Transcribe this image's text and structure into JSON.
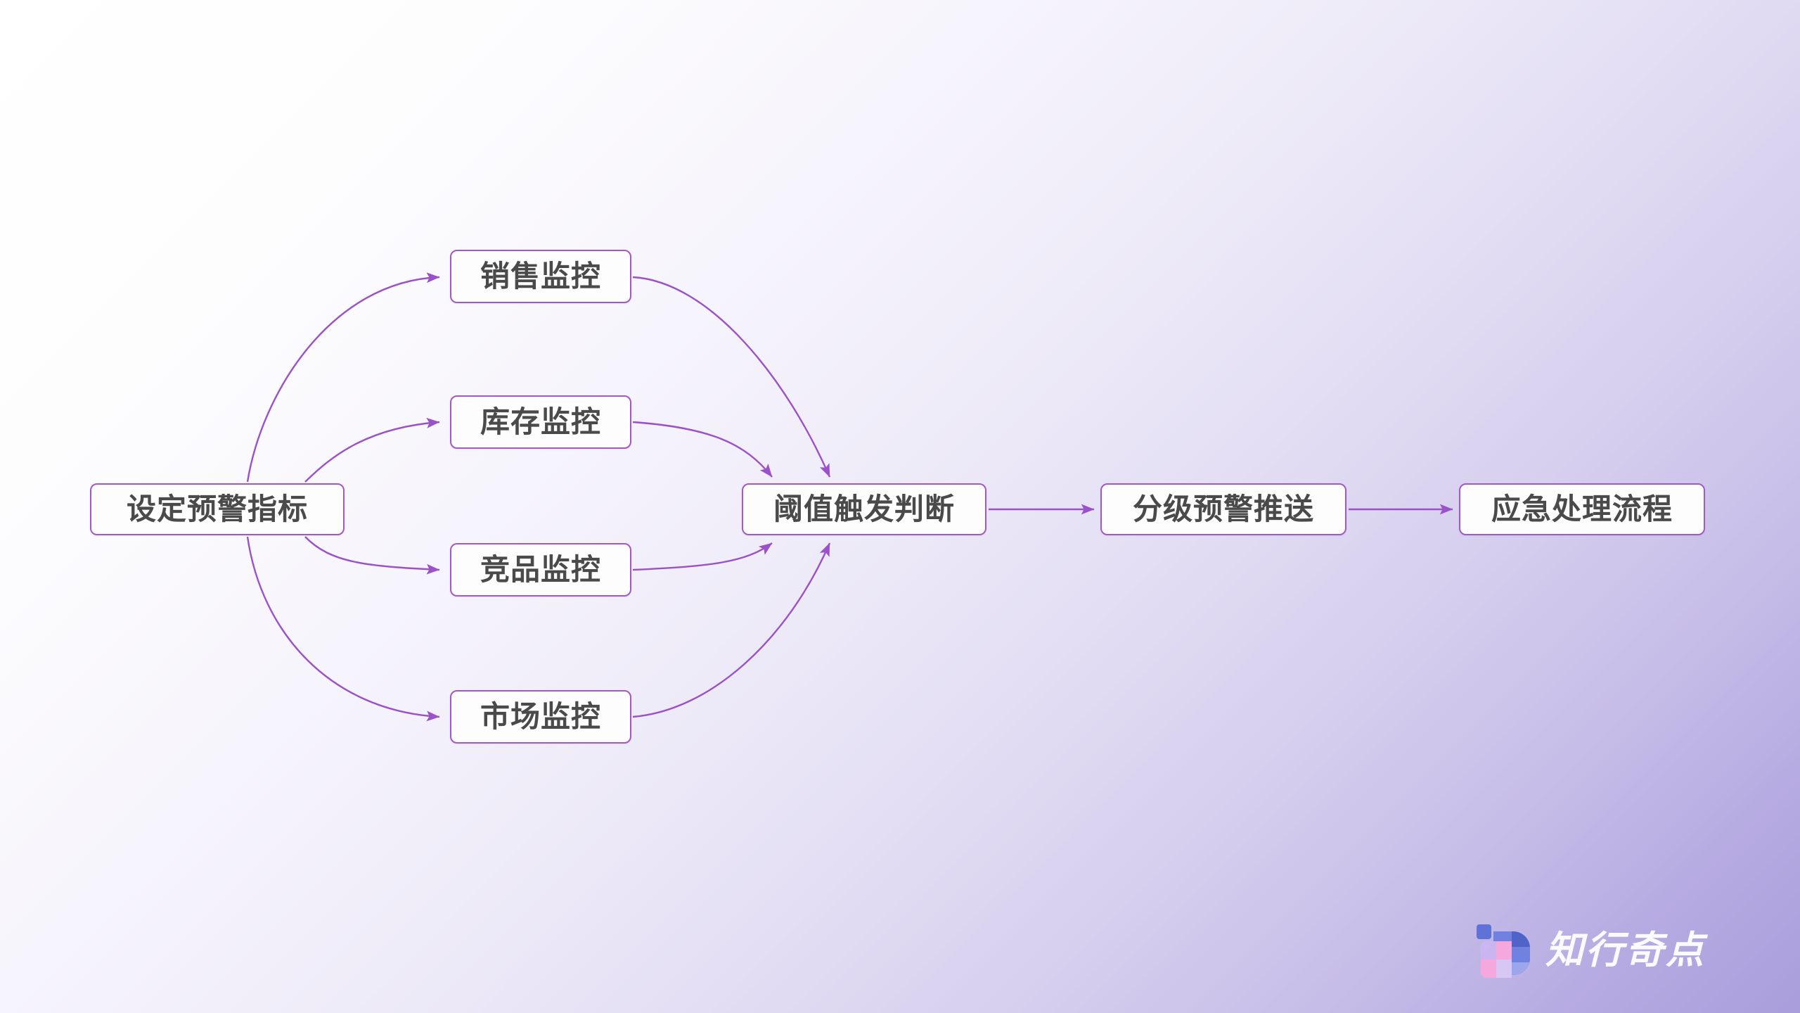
{
  "diagram": {
    "type": "flowchart",
    "orientation": "left-to-right",
    "title": "",
    "background": {
      "from_color": "#ffffff",
      "to_color": "#a99edb",
      "direction": "135deg"
    },
    "style": {
      "node_border_color": "#a259c4",
      "node_fill_color": "#fdfdfd",
      "node_text_color": "#4a4a4a",
      "edge_color": "#9b51c7"
    },
    "nodes": [
      {
        "id": "start",
        "label": "设定预警指标"
      },
      {
        "id": "sales",
        "label": "销售监控"
      },
      {
        "id": "stock",
        "label": "库存监控"
      },
      {
        "id": "compete",
        "label": "竞品监控"
      },
      {
        "id": "market",
        "label": "市场监控"
      },
      {
        "id": "threshold",
        "label": "阈值触发判断"
      },
      {
        "id": "push",
        "label": "分级预警推送"
      },
      {
        "id": "emergency",
        "label": "应急处理流程"
      }
    ],
    "edges": [
      {
        "from": "start",
        "to": "sales",
        "style": "curved",
        "arrow": true
      },
      {
        "from": "start",
        "to": "stock",
        "style": "curved",
        "arrow": true
      },
      {
        "from": "start",
        "to": "compete",
        "style": "curved",
        "arrow": true
      },
      {
        "from": "start",
        "to": "market",
        "style": "curved",
        "arrow": true
      },
      {
        "from": "sales",
        "to": "threshold",
        "style": "curved",
        "arrow": true
      },
      {
        "from": "stock",
        "to": "threshold",
        "style": "curved",
        "arrow": true
      },
      {
        "from": "compete",
        "to": "threshold",
        "style": "curved",
        "arrow": true
      },
      {
        "from": "market",
        "to": "threshold",
        "style": "curved",
        "arrow": true
      },
      {
        "from": "threshold",
        "to": "push",
        "style": "straight",
        "arrow": true
      },
      {
        "from": "push",
        "to": "emergency",
        "style": "straight",
        "arrow": true
      }
    ]
  },
  "watermark": {
    "text": "知行奇点",
    "logo_icon": "checkered-squares-logo",
    "logo_colors": {
      "square_top_left": "#5b6fd8",
      "tile_blue": "#6c7fe0",
      "tile_deep_blue": "#4a5fc8",
      "tile_pink": "#f9a8dd",
      "tile_lavender": "#cbb6f2",
      "tile_light_lavender": "#d8c9f6",
      "tile_periwinkle": "#9aa6ee"
    },
    "text_color": "#ffffff"
  }
}
